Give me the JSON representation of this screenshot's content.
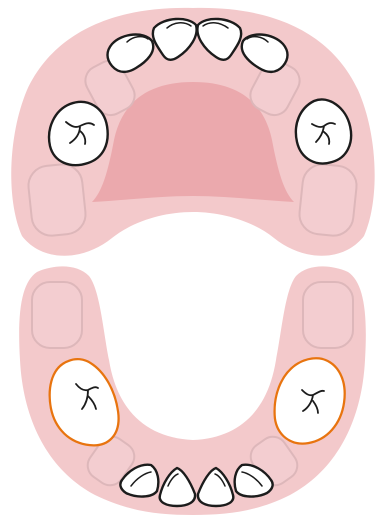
{
  "diagram": {
    "subject": "deciduous-dentition-chart",
    "colors": {
      "background": "#ffffff",
      "gum": "#f3c9cb",
      "palate": "#eba9ad",
      "placeholder_fill": "#f3cdd0",
      "placeholder_stroke": "#ddb7ba",
      "tooth_fill": "#ffffff",
      "tooth_outline": "#1c1c1c",
      "highlight": "#e8740f"
    },
    "upper_arch": {
      "erupted_teeth": [
        "upper-right-lateral-incisor",
        "upper-right-central-incisor",
        "upper-left-central-incisor",
        "upper-left-lateral-incisor",
        "upper-right-first-molar",
        "upper-left-first-molar"
      ],
      "unerupted_teeth": [
        "upper-right-canine",
        "upper-left-canine",
        "upper-right-second-molar",
        "upper-left-second-molar"
      ]
    },
    "lower_arch": {
      "erupted_teeth": [
        "lower-right-lateral-incisor",
        "lower-right-central-incisor",
        "lower-left-central-incisor",
        "lower-left-lateral-incisor",
        "lower-right-first-molar",
        "lower-left-first-molar"
      ],
      "unerupted_teeth": [
        "lower-right-canine",
        "lower-left-canine",
        "lower-right-second-molar",
        "lower-left-second-molar"
      ],
      "highlighted_teeth": [
        "lower-right-first-molar",
        "lower-left-first-molar"
      ]
    }
  }
}
